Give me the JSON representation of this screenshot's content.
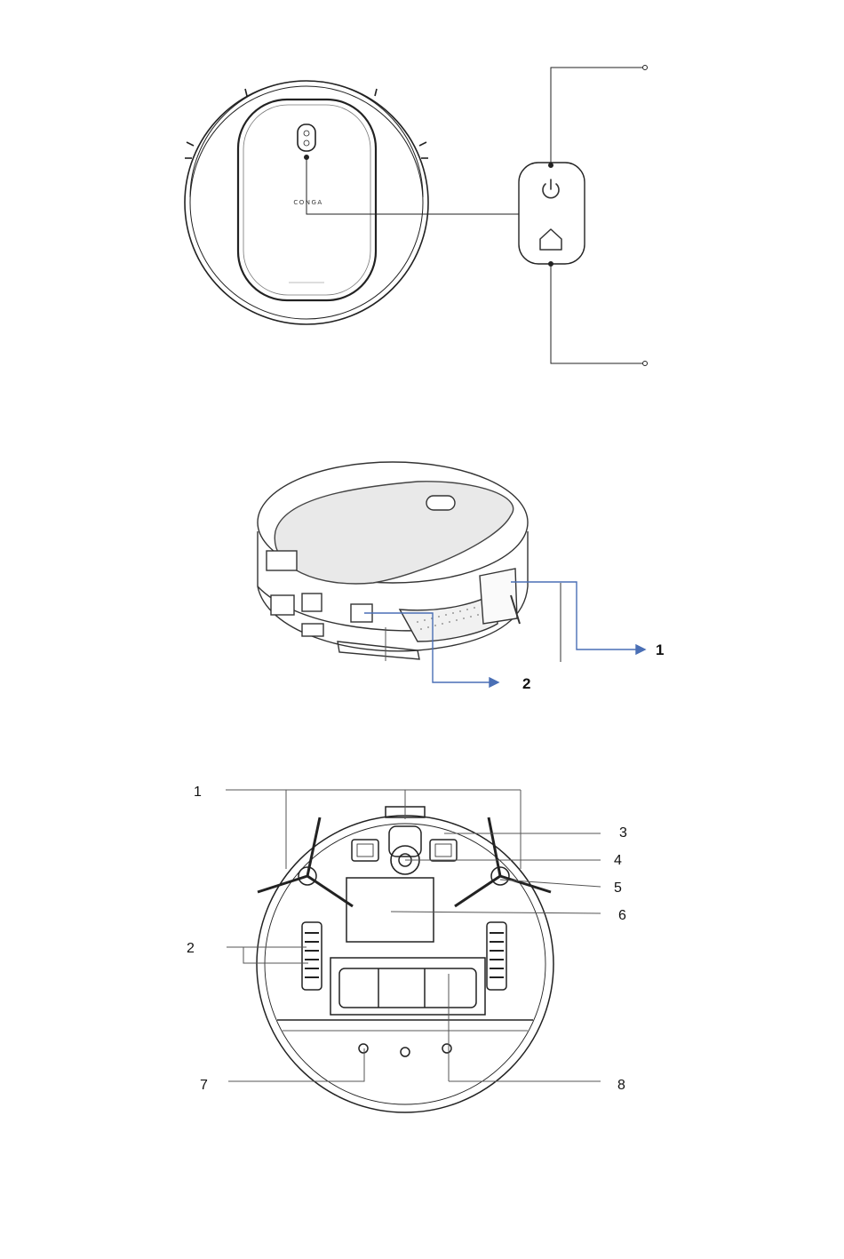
{
  "top_view": {
    "brand_text": "CONGA",
    "buttons": [
      {
        "icon": "power-icon"
      },
      {
        "icon": "home-icon"
      }
    ]
  },
  "side_view": {
    "callouts": [
      "1",
      "2"
    ],
    "arrow_color": "#4a6fb5"
  },
  "bottom_view": {
    "callouts": [
      "1",
      "2",
      "3",
      "4",
      "5",
      "6",
      "7",
      "8"
    ]
  }
}
